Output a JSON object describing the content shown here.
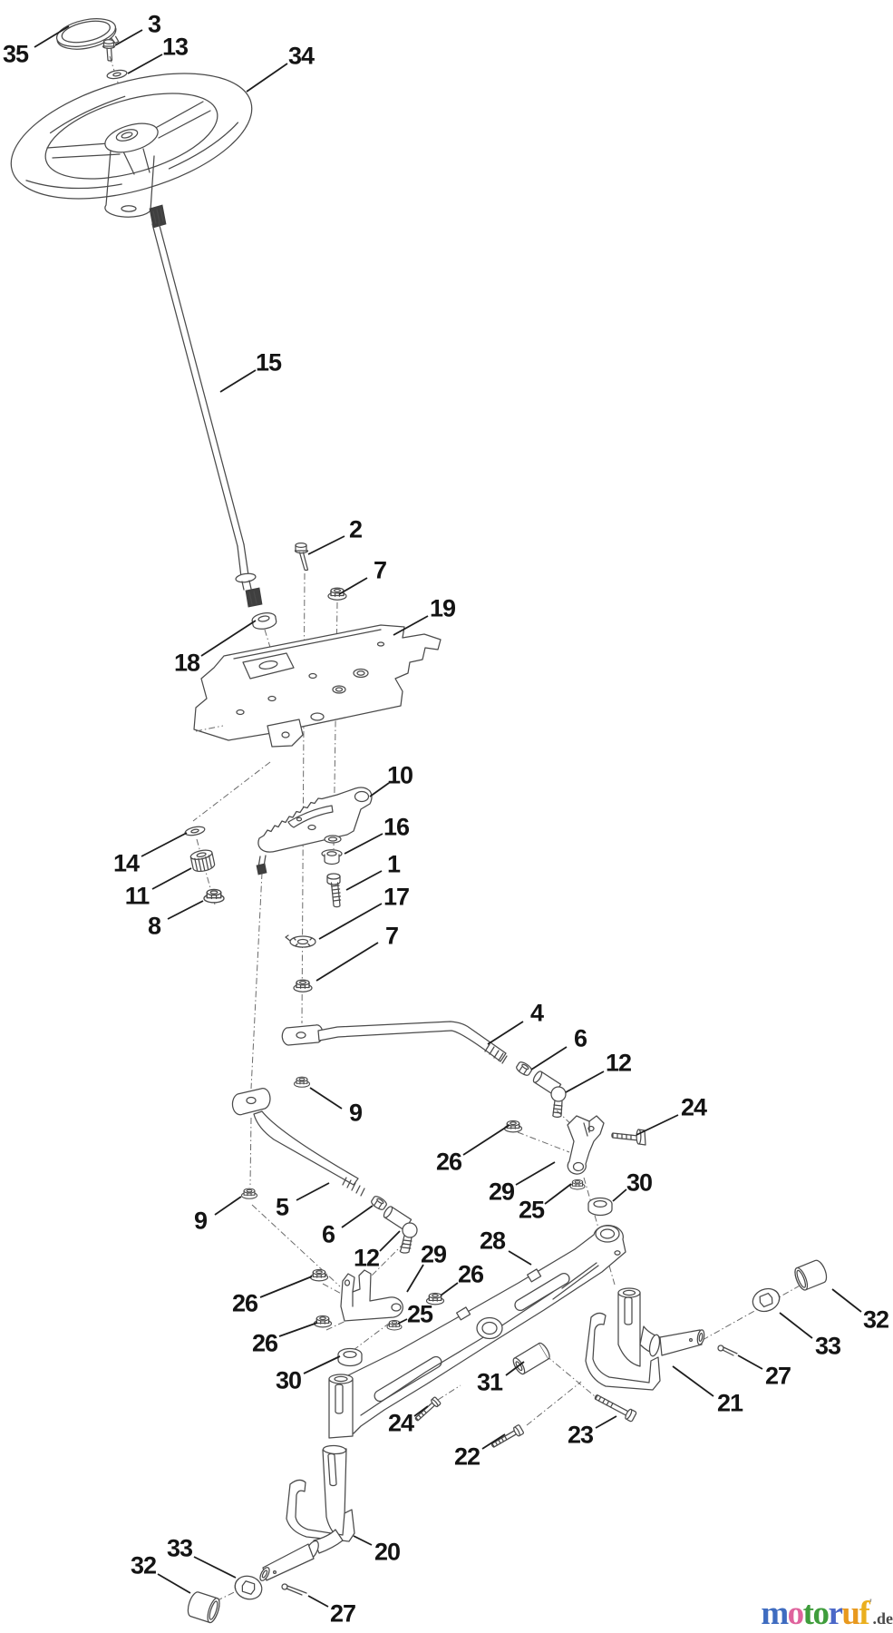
{
  "colors": {
    "background": "#ffffff",
    "line": "#4a4a4a",
    "centerline": "#6a6a6a",
    "label": "#141414",
    "spline_dark": "#3f3f3f"
  },
  "labels": [
    "35",
    "3",
    "13",
    "34",
    "15",
    "2",
    "7",
    "19",
    "18",
    "10",
    "16",
    "1",
    "17",
    "7",
    "14",
    "11",
    "8",
    "4",
    "6",
    "12",
    "24",
    "9",
    "5",
    "9",
    "6",
    "12",
    "26",
    "29",
    "25",
    "30",
    "28",
    "26",
    "29",
    "26",
    "26",
    "25",
    "30",
    "31",
    "24",
    "22",
    "23",
    "21",
    "27",
    "33",
    "32",
    "20",
    "33",
    "32",
    "27"
  ],
  "logo": {
    "letters": [
      {
        "ch": "m",
        "color": "#3f6cc0"
      },
      {
        "ch": "o",
        "color": "#df639d"
      },
      {
        "ch": "t",
        "color": "#3f9d3c"
      },
      {
        "ch": "o",
        "color": "#3f9d3c"
      },
      {
        "ch": "r",
        "color": "#4a67c8"
      },
      {
        "ch": "u",
        "color": "#e8991f"
      },
      {
        "ch": "f",
        "color": "#eaaf1e"
      }
    ],
    "tick": "'",
    "tld": ".de",
    "tld_color": "#4b4b4b"
  }
}
